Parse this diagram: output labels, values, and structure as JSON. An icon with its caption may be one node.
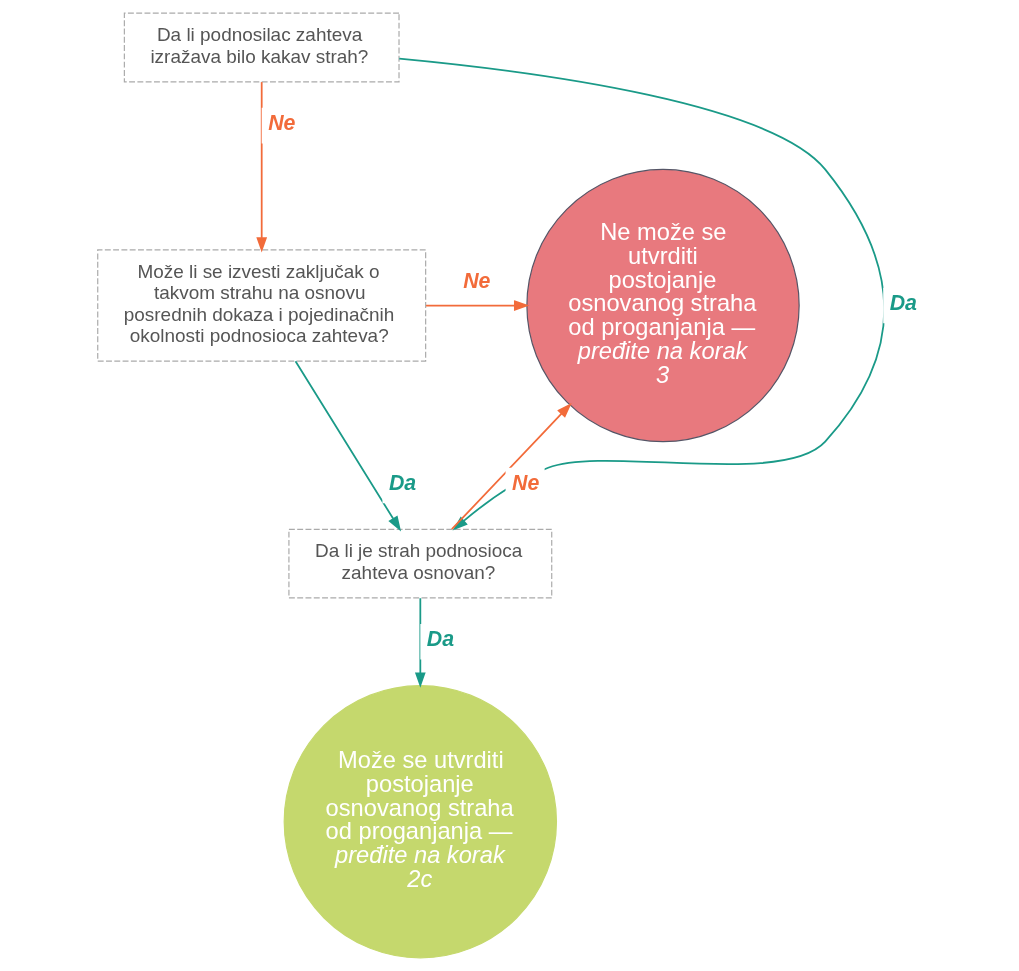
{
  "diagram": {
    "nodes": [
      {
        "text": [
          "Da li podnosilac zahteva izražava bilo kakav strah?"
        ]
      },
      {
        "text": [
          "Može li se izvesti zaključak o takvom strahu na osnovu posrednih dokaza i pojedinačnih okolnosti podnosioca zahteva?"
        ]
      },
      {
        "text": [
          "Ne može se utvrditi postojanje osnovanog straha od proganjanja —",
          "pređite na korak 3"
        ]
      },
      {
        "text": [
          "Da li je strah podnosioca zahteva osnovan?"
        ]
      },
      {
        "text": [
          "Može se utvrditi postojanje osnovanog straha od proganjanja —",
          "pređite na korak 2c"
        ]
      }
    ],
    "edges": [
      {
        "from": 0,
        "to": 1,
        "arrow": "to",
        "label": "Ne",
        "color": "#f26b3a"
      },
      {
        "from": 0,
        "to": 3,
        "arrow": "to",
        "label": "Da",
        "color": "#1a9a88"
      },
      {
        "from": 1,
        "to": 2,
        "arrow": "to",
        "label": "Ne",
        "color": "#f26b3a"
      },
      {
        "from": 1,
        "to": 3,
        "arrow": "to",
        "label": "Da",
        "color": "#1a9a88"
      },
      {
        "from": 3,
        "to": 2,
        "arrow": "to",
        "label": "Ne",
        "color": "#f26b3a"
      },
      {
        "from": 3,
        "to": 4,
        "arrow": "to",
        "label": "Da",
        "color": "#1a9a88"
      }
    ]
  }
}
